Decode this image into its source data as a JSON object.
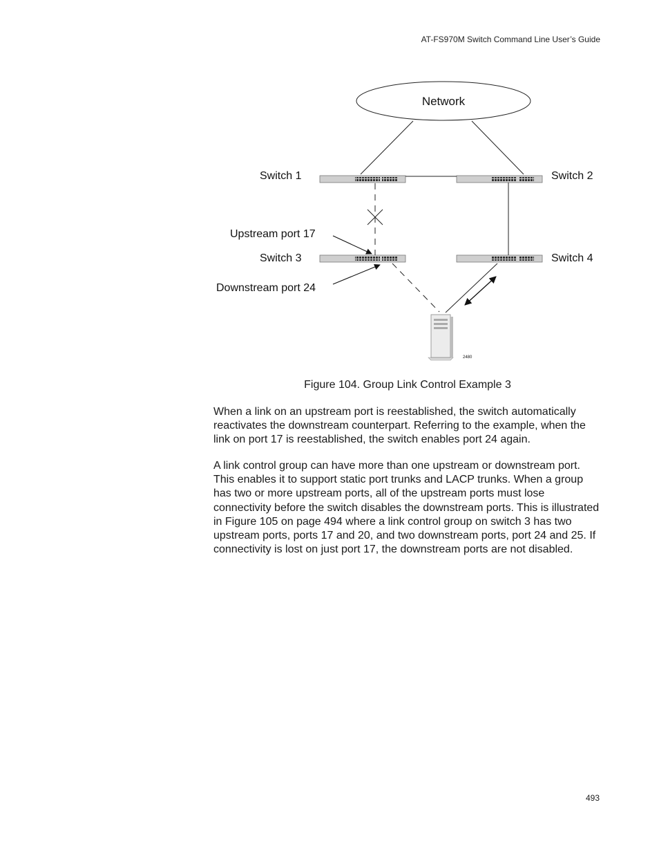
{
  "header": {
    "title": "AT-FS970M Switch Command Line User’s Guide"
  },
  "figure": {
    "network_label": "Network",
    "switch1_label": "Switch 1",
    "switch2_label": "Switch 2",
    "switch3_label": "Switch 3",
    "switch4_label": "Switch 4",
    "upstream_label": "Upstream port 17",
    "downstream_label": "Downstream port 24",
    "figure_id": "2480",
    "caption": "Figure 104. Group Link Control Example 3"
  },
  "body": {
    "paragraph1": "When a link on an upstream port is reestablished, the switch automatically reactivates the downstream counterpart. Referring to the example, when the link on port 17 is reestablished, the switch enables port 24 again.",
    "paragraph2": "A link control group can have more than one upstream or downstream port. This enables it to support static port trunks and LACP trunks. When a group has two or more upstream ports, all of the upstream ports must lose connectivity before the switch disables the downstream ports. This is illustrated in Figure 105 on page 494 where a link control group on switch 3 has two upstream ports, ports 17 and 20, and two downstream ports, port 24 and 25. If connectivity is lost on just port 17, the downstream ports are not disabled."
  },
  "footer": {
    "page_number": "493"
  }
}
